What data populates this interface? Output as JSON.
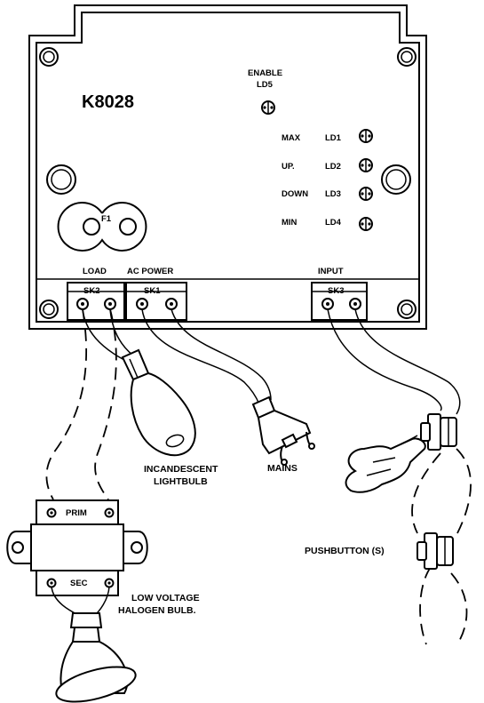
{
  "board": {
    "model": "K8028",
    "fuse": "F1",
    "enable": {
      "name": "ENABLE",
      "led": "LD5"
    },
    "leds": [
      {
        "name": "MAX",
        "led": "LD1"
      },
      {
        "name": "UP.",
        "led": "LD2"
      },
      {
        "name": "DOWN",
        "led": "LD3"
      },
      {
        "name": "MIN",
        "led": "LD4"
      }
    ]
  },
  "connectors": {
    "load": {
      "title": "LOAD",
      "socket": "SK2"
    },
    "power": {
      "title": "AC POWER",
      "socket": "SK1"
    },
    "input": {
      "title": "INPUT",
      "socket": "SK3"
    }
  },
  "devices": {
    "lightbulb_line1": "INCANDESCENT",
    "lightbulb_line2": "LIGHTBULB",
    "mains": "MAINS",
    "pushbutton": "PUSHBUTTON (S)",
    "transformer_prim": "PRIM",
    "transformer_sec": "SEC",
    "halogen_line1": "LOW VOLTAGE",
    "halogen_line2": "HALOGEN BULB."
  }
}
